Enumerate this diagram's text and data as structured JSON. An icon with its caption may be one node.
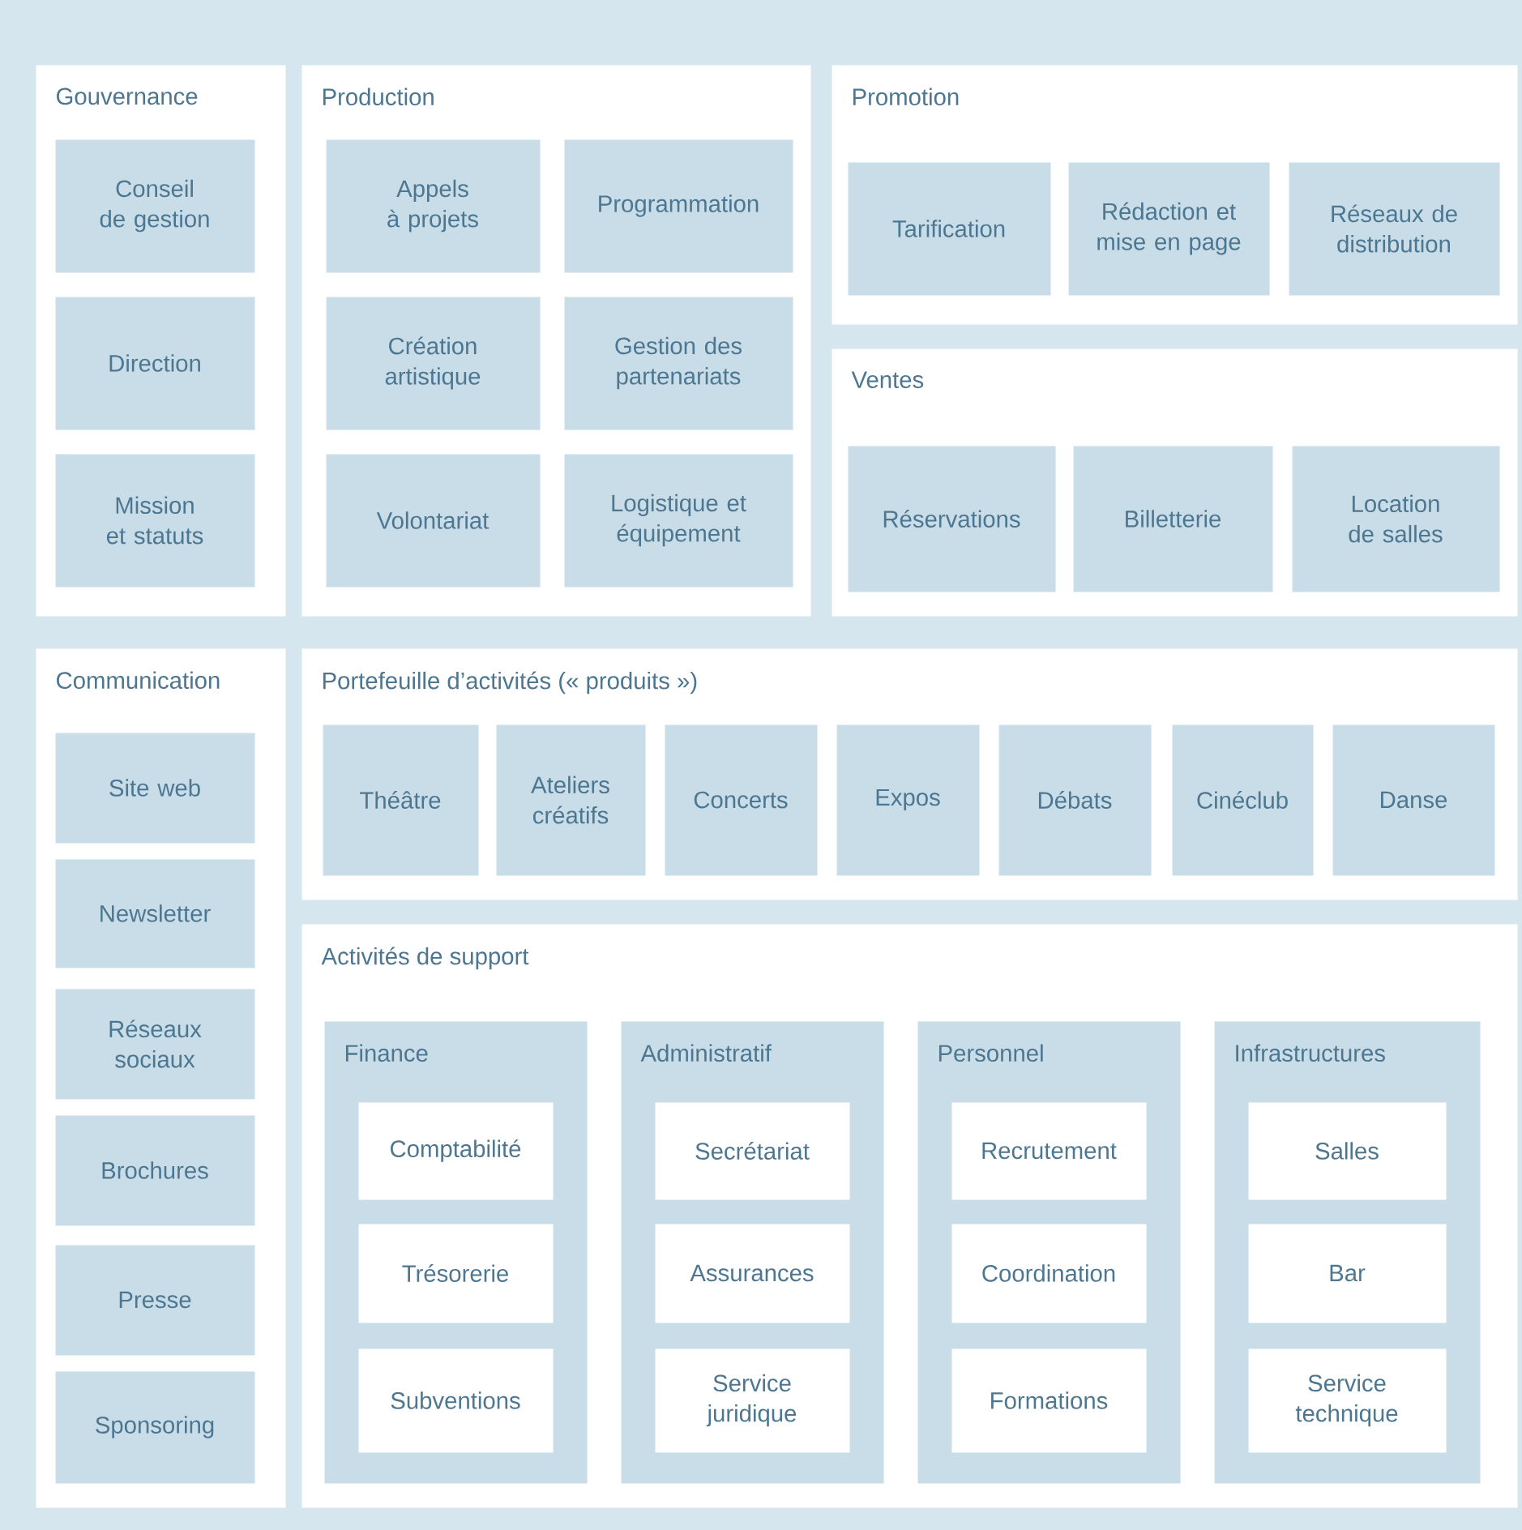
{
  "diagram": {
    "nodes": [
      {
        "text": [
          "Gouvernance"
        ]
      },
      {
        "text": [
          "Conseil de gestion"
        ],
        "in": 0
      },
      {
        "text": [
          "Direction"
        ],
        "in": 0
      },
      {
        "text": [
          "Mission et statuts"
        ],
        "in": 0
      },
      {
        "text": [
          "Production"
        ]
      },
      {
        "text": [
          "Appels à projets"
        ],
        "in": 4
      },
      {
        "text": [
          "Programmation"
        ],
        "in": 4
      },
      {
        "text": [
          "Création artistique"
        ],
        "in": 4
      },
      {
        "text": [
          "Gestion des partenariats"
        ],
        "in": 4
      },
      {
        "text": [
          "Volontariat"
        ],
        "in": 4
      },
      {
        "text": [
          "Logistique et équipement"
        ],
        "in": 4
      },
      {
        "text": [
          "Promotion"
        ]
      },
      {
        "text": [
          "Tarification"
        ],
        "in": 11
      },
      {
        "text": [
          "Rédaction et mise en page"
        ],
        "in": 11
      },
      {
        "text": [
          "Réseaux de distribution"
        ],
        "in": 11
      },
      {
        "text": [
          "Ventes"
        ]
      },
      {
        "text": [
          "Réservations"
        ],
        "in": 15
      },
      {
        "text": [
          "Billetterie"
        ],
        "in": 15
      },
      {
        "text": [
          "Location de salles"
        ],
        "in": 15
      },
      {
        "text": [
          "Communication"
        ]
      },
      {
        "text": [
          "Site web"
        ],
        "in": 19
      },
      {
        "text": [
          "Newsletter"
        ],
        "in": 19
      },
      {
        "text": [
          "Réseaux sociaux"
        ],
        "in": 19
      },
      {
        "text": [
          "Brochures"
        ],
        "in": 19
      },
      {
        "text": [
          "Presse"
        ],
        "in": 19
      },
      {
        "text": [
          "Sponsoring"
        ],
        "in": 19
      },
      {
        "text": [
          "Portefeuille d’activités (« produits »)"
        ]
      },
      {
        "text": [
          "Théâtre"
        ],
        "in": 26
      },
      {
        "text": [
          "Ateliers créatifs"
        ],
        "in": 26
      },
      {
        "text": [
          "Concerts"
        ],
        "in": 26
      },
      {
        "text": [
          "Expos"
        ],
        "in": 26
      },
      {
        "text": [
          "Débats"
        ],
        "in": 26
      },
      {
        "text": [
          "Cinéclub"
        ],
        "in": 26
      },
      {
        "text": [
          "Danse"
        ],
        "in": 26
      },
      {
        "text": [
          "Activités de support"
        ]
      },
      {
        "text": [
          "Finance"
        ],
        "in": 34
      },
      {
        "text": [
          "Comptabilité"
        ],
        "in": 35
      },
      {
        "text": [
          "Trésorerie"
        ],
        "in": 35
      },
      {
        "text": [
          "Subventions"
        ],
        "in": 35
      },
      {
        "text": [
          "Administratif"
        ],
        "in": 34
      },
      {
        "text": [
          "Secrétariat"
        ],
        "in": 39
      },
      {
        "text": [
          "Assurances"
        ],
        "in": 39
      },
      {
        "text": [
          "Service juridique"
        ],
        "in": 39
      },
      {
        "text": [
          "Personnel"
        ],
        "in": 34
      },
      {
        "text": [
          "Recrutement"
        ],
        "in": 43
      },
      {
        "text": [
          "Coordination"
        ],
        "in": 43
      },
      {
        "text": [
          "Formations"
        ],
        "in": 43
      },
      {
        "text": [
          "Infrastructures"
        ],
        "in": 34
      },
      {
        "text": [
          "Salles"
        ],
        "in": 47
      },
      {
        "text": [
          "Bar"
        ],
        "in": 47
      },
      {
        "text": [
          "Service technique"
        ],
        "in": 47
      }
    ]
  }
}
